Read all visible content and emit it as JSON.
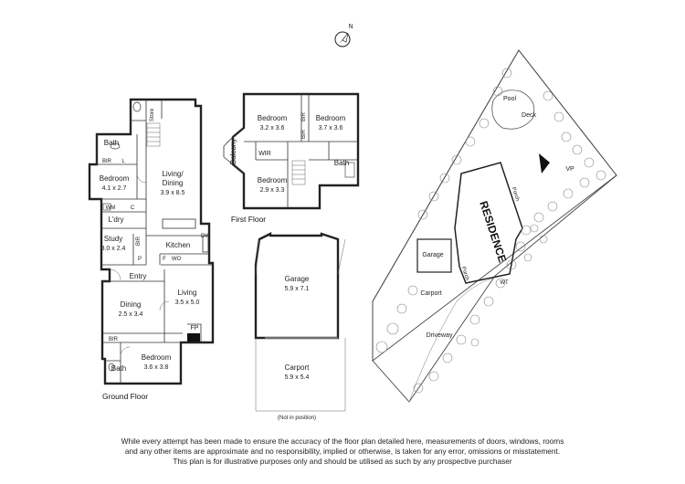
{
  "north_label": "N",
  "ground_floor": {
    "title": "Ground Floor",
    "rooms": {
      "store": "Store",
      "bath_top": "Bath",
      "bir_top": "BIR",
      "l_label": "L",
      "bedroom_left_name": "Bedroom",
      "bedroom_left_dim": "4.1 x 2.7",
      "living_dining_name_1": "Living/",
      "living_dining_name_2": "Dining",
      "living_dining_dim": "3.9 x 8.5",
      "wm": "WM",
      "c": "C",
      "laundry": "L'dry",
      "study_name": "Study",
      "study_dim": "3.0 x 2.4",
      "bir_study": "BIR",
      "dw": "DW",
      "kitchen": "Kitchen",
      "f": "F",
      "wo": "WO",
      "p": "P",
      "entry": "Entry",
      "dining_name": "Dining",
      "dining_dim": "2.5 x 3.4",
      "living_name": "Living",
      "living_dim": "3.5 x 5.0",
      "fp": "FP",
      "bir_bottom": "BIR",
      "bedroom_bottom_name": "Bedroom",
      "bedroom_bottom_dim": "3.6 x 3.8",
      "bath_bottom": "Bath"
    }
  },
  "first_floor": {
    "title": "First Floor",
    "rooms": {
      "bed1_name": "Bedroom",
      "bed1_dim": "3.2 x 3.6",
      "bed2_name": "Bedroom",
      "bed2_dim": "3.7 x 3.6",
      "bir_a": "BIR",
      "bir_b": "BIR",
      "balcony": "Balcony",
      "wir": "WIR",
      "bed3_name": "Bedroom",
      "bed3_dim": "2.9 x 3.3",
      "bath": "Bath"
    }
  },
  "garage_plan": {
    "garage_name": "Garage",
    "garage_dim": "5.9 x 7.1",
    "carport_name": "Carport",
    "carport_dim": "5.9 x 5.4",
    "note": "(Not in position)"
  },
  "site_plan": {
    "pool": "Pool",
    "deck": "Deck",
    "vp": "VP",
    "porch_top": "Porch",
    "residence": "RESIDENCE",
    "garage": "Garage",
    "porch_side": "Porch",
    "carport": "Carport",
    "wt": "WT",
    "driveway": "Driveway"
  },
  "disclaimer": {
    "line1": "While every attempt has been made to ensure the accuracy of the floor plan detailed here, measurements of doors, windows, rooms",
    "line2": "and any other items are approximate and no responsibility, implied or otherwise, is taken for any error, omissions or misstatement.",
    "line3": "This plan is for illustrative purposes only and should be utilised as such by any prospective purchaser"
  }
}
